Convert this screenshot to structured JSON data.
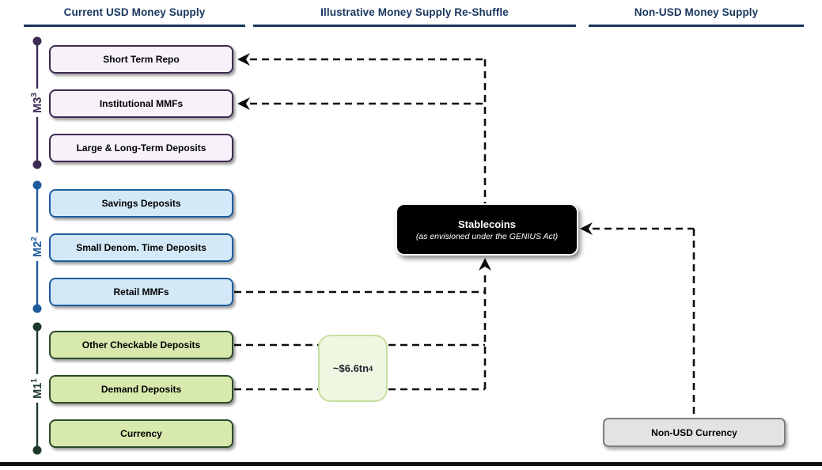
{
  "headers": [
    {
      "label": "Current USD Money Supply"
    },
    {
      "label": "Illustrative Money Supply Re-Shuffle"
    },
    {
      "label": "Non-USD Money Supply"
    }
  ],
  "groups": [
    {
      "label": "M3",
      "sup": "3",
      "color": "#3d2b52",
      "boxes": [
        {
          "label": "Short Term Repo"
        },
        {
          "label": "Institutional MMFs"
        },
        {
          "label": "Large & Long-Term Deposits"
        }
      ]
    },
    {
      "label": "M2",
      "sup": "2",
      "color": "#1f5c9e",
      "boxes": [
        {
          "label": "Savings Deposits"
        },
        {
          "label": "Small Denom. Time Deposits"
        },
        {
          "label": "Retail MMFs"
        }
      ]
    },
    {
      "label": "M1",
      "sup": "1",
      "color": "#1d3a2b",
      "boxes": [
        {
          "label": "Other Checkable Deposits"
        },
        {
          "label": "Demand Deposits"
        },
        {
          "label": "Currency"
        }
      ]
    }
  ],
  "stablecoins": {
    "title": "Stablecoins",
    "subtitle": "(as envisioned under the GENIUS Act)"
  },
  "amount": {
    "value": "~$6.6tn",
    "sup": "4"
  },
  "non_usd": {
    "label": "Non-USD Currency"
  },
  "colors": {
    "header_text": "#17365d",
    "m3_fill": "#f7f2fa",
    "m3_border": "#3d2b52",
    "m2_fill": "#d3e9f8",
    "m2_border": "#1f5c9e",
    "m1_fill": "#d8e9ad",
    "m1_border": "#2c4a2a",
    "stablecoins_fill": "#000000",
    "stablecoins_text": "#ffffff",
    "amount_fill": "#eef7e1",
    "amount_border": "#c7e0a2",
    "non_usd_fill": "#e3e3e3",
    "non_usd_border": "#7f7f7f",
    "connector": "#0d0d0d"
  }
}
